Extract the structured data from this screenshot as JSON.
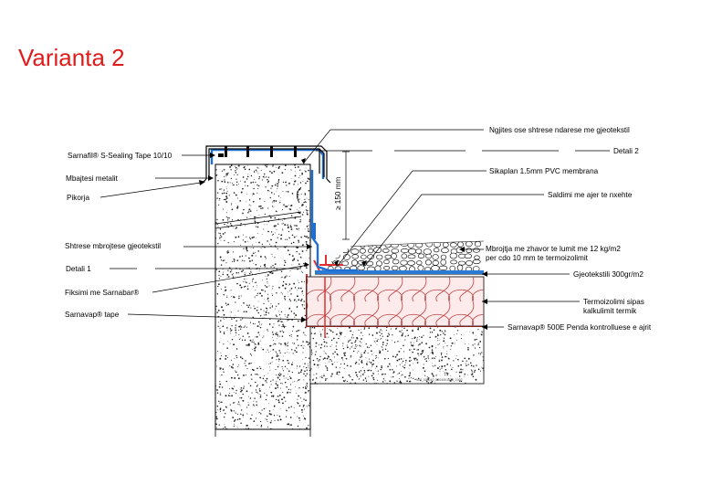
{
  "title": "Varianta 2",
  "colors": {
    "title": "#e01b1b",
    "membrane": "#1f6fd0",
    "vapor": "#e03030",
    "insulation_fill": "#fce4e4"
  },
  "labels": {
    "sealing_tape": "Sarnafil® S-Sealing Tape 10/10",
    "metal_holder": "Mbajtesi metalit",
    "drip": "Pikorja",
    "geotextile_layer": "Shtrese mbrojtese gjeotekstil",
    "detail1": "Detali 1",
    "sarnabar": "Fiksimi me Sarnabar®",
    "sarnavap_tape": "Sarnavap® tape",
    "separator": "Ngjites ose shtrese ndarese me gjeotekstil",
    "detail2": "Detali 2",
    "sikaplan": "Sikaplan 1.5mm PVC membrana",
    "hot_air": "Saldimi me ajer te nxehte",
    "gravel_1": "Mbrojtja me zhavor te lumit me 12 kg/m2",
    "gravel_2": "per cdo 10 mm te termoizolimit",
    "geotextile_300": "Gjeotekstili 300gr/m2",
    "insulation_1": "Termoizolimi sipas",
    "insulation_2": "kalkulimit termik",
    "sarnavap500": "Sarnavap® 500E Penda kontrolluese e ajrit",
    "dimension": "≥ 150 mm",
    "drawing_code": "900_020010_8204001010_1002"
  }
}
